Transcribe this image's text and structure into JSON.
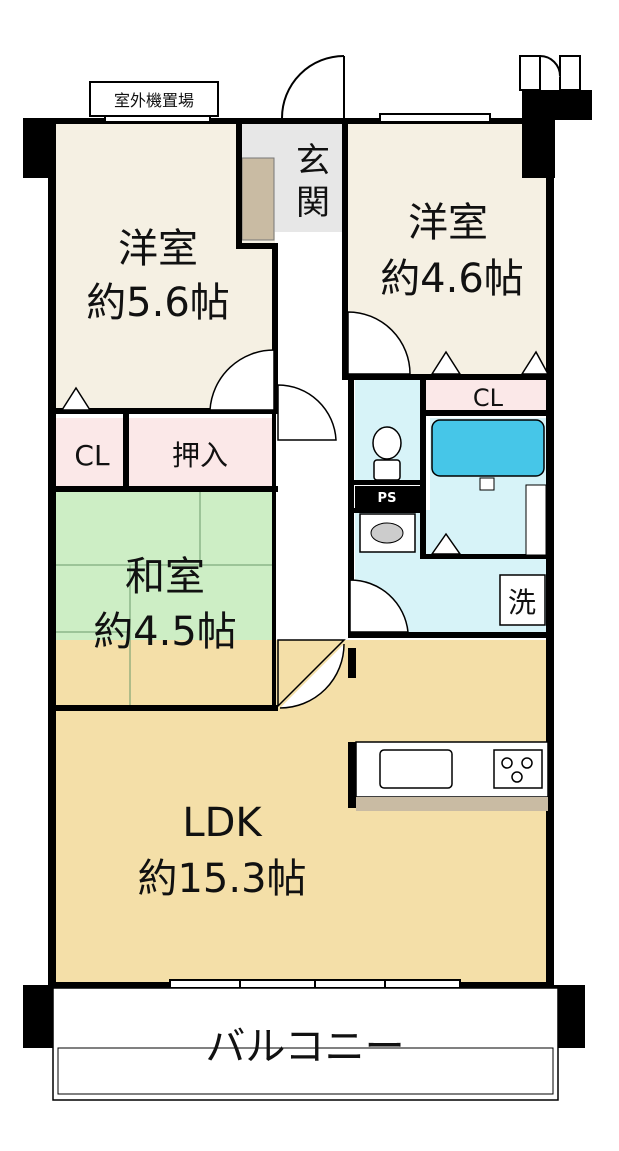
{
  "rooms": {
    "western_left": {
      "name": "洋室",
      "size": "約5.6帖"
    },
    "western_right": {
      "name": "洋室",
      "size": "約4.6帖"
    },
    "japanese": {
      "name": "和室",
      "size": "約4.5帖"
    },
    "ldk": {
      "name": "LDK",
      "size": "約15.3帖"
    }
  },
  "labels": {
    "entrance": "玄関",
    "outdoor_unit": "室外機置場",
    "closet_left": "CL",
    "closet_right": "CL",
    "oshiire": "押入",
    "ps": "PS",
    "washer": "洗",
    "balcony": "バルコニー"
  },
  "colors": {
    "western_room": "#f5f0e3",
    "japanese_room": "#cdeec5",
    "ldk": "#f4dfa8",
    "wet_area": "#d7f3f8",
    "storage": "#fbe8e8",
    "entrance": "#e7e7e7",
    "wall": "#000000"
  }
}
